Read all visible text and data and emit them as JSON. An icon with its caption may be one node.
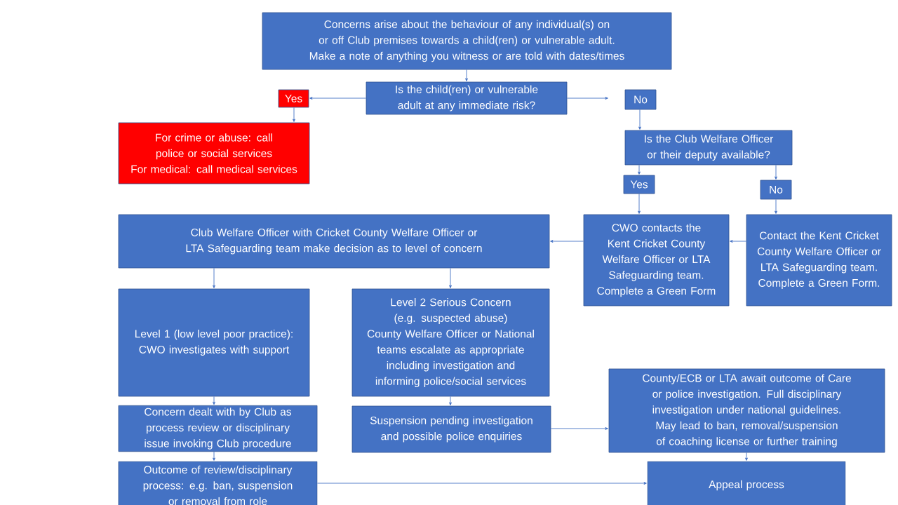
{
  "diagram": {
    "nodes": [
      {
        "text": [
          "Concerns arise about the behaviour of any individual(s) on or off Club premises towards a child(ren) or vulnerable adult.",
          "Make a note of anything you witness or are told with dates/times"
        ]
      },
      {
        "text": [
          "Is the child(ren) or vulnerable adult at any immediate risk?"
        ]
      },
      {
        "text": [
          "Yes"
        ]
      },
      {
        "text": [
          "For crime or abuse: call police or social services",
          "For medical: call medical services"
        ]
      },
      {
        "text": [
          "No"
        ]
      },
      {
        "text": [
          "Is the Club Welfare Officer or their deputy available?"
        ]
      },
      {
        "text": [
          "Yes"
        ]
      },
      {
        "text": [
          "No"
        ]
      },
      {
        "text": [
          "CWO contacts the Kent Cricket County Welfare Officer or LTA Safeguarding team. Complete a Green Form"
        ]
      },
      {
        "text": [
          "Contact the Kent Cricket County Welfare Officer or LTA Safeguarding team.  Complete a Green Form."
        ]
      },
      {
        "text": [
          "Club Welfare Officer with Cricket County Welfare Officer or LTA Safeguarding team make decision as to level of concern"
        ]
      },
      {
        "text": [
          "Level 1 (low level poor practice): CWO investigates with support"
        ]
      },
      {
        "text": [
          "Level 2 Serious Concern",
          "(e.g. suspected abuse)",
          "County Welfare Officer or National teams escalate as appropriate including investigation and informing police/social services"
        ]
      },
      {
        "text": [
          "Concern dealt with by Club as process review or disciplinary issue invoking Club procedure"
        ]
      },
      {
        "text": [
          "Suspension pending investigation and possible police enquiries"
        ]
      },
      {
        "text": [
          "County/ECB or LTA await outcome of Care or police investigation.   Full disciplinary investigation under national guidelines.",
          "May lead to ban, removal/suspension of coaching license or further training"
        ]
      },
      {
        "text": [
          "Outcome of review/disciplinary process: e.g. ban, suspension or removal from role"
        ]
      },
      {
        "text": [
          "Appeal process"
        ]
      }
    ],
    "edges": [
      {
        "from": 0,
        "to": 1,
        "arrow": "to"
      },
      {
        "from": 1,
        "to": 2,
        "arrow": "to"
      },
      {
        "from": 1,
        "to": 4,
        "arrow": "to"
      },
      {
        "from": 2,
        "to": 3,
        "arrow": "to"
      },
      {
        "from": 4,
        "to": 5,
        "arrow": "to"
      },
      {
        "from": 5,
        "to": 6,
        "arrow": "to"
      },
      {
        "from": 5,
        "to": 7,
        "arrow": "to"
      },
      {
        "from": 6,
        "to": 8,
        "arrow": "to"
      },
      {
        "from": 7,
        "to": 9,
        "arrow": "to"
      },
      {
        "from": 9,
        "to": 8,
        "arrow": "to"
      },
      {
        "from": 8,
        "to": 10,
        "arrow": "to"
      },
      {
        "from": 10,
        "to": 11,
        "arrow": "to"
      },
      {
        "from": 10,
        "to": 12,
        "arrow": "to"
      },
      {
        "from": 11,
        "to": 13,
        "arrow": "to"
      },
      {
        "from": 12,
        "to": 14,
        "arrow": "to"
      },
      {
        "from": 13,
        "to": 16,
        "arrow": "to"
      },
      {
        "from": 14,
        "to": 15,
        "arrow": "to"
      },
      {
        "from": 15,
        "to": 17,
        "arrow": "to"
      },
      {
        "from": 16,
        "to": 17,
        "arrow": "to"
      }
    ]
  }
}
